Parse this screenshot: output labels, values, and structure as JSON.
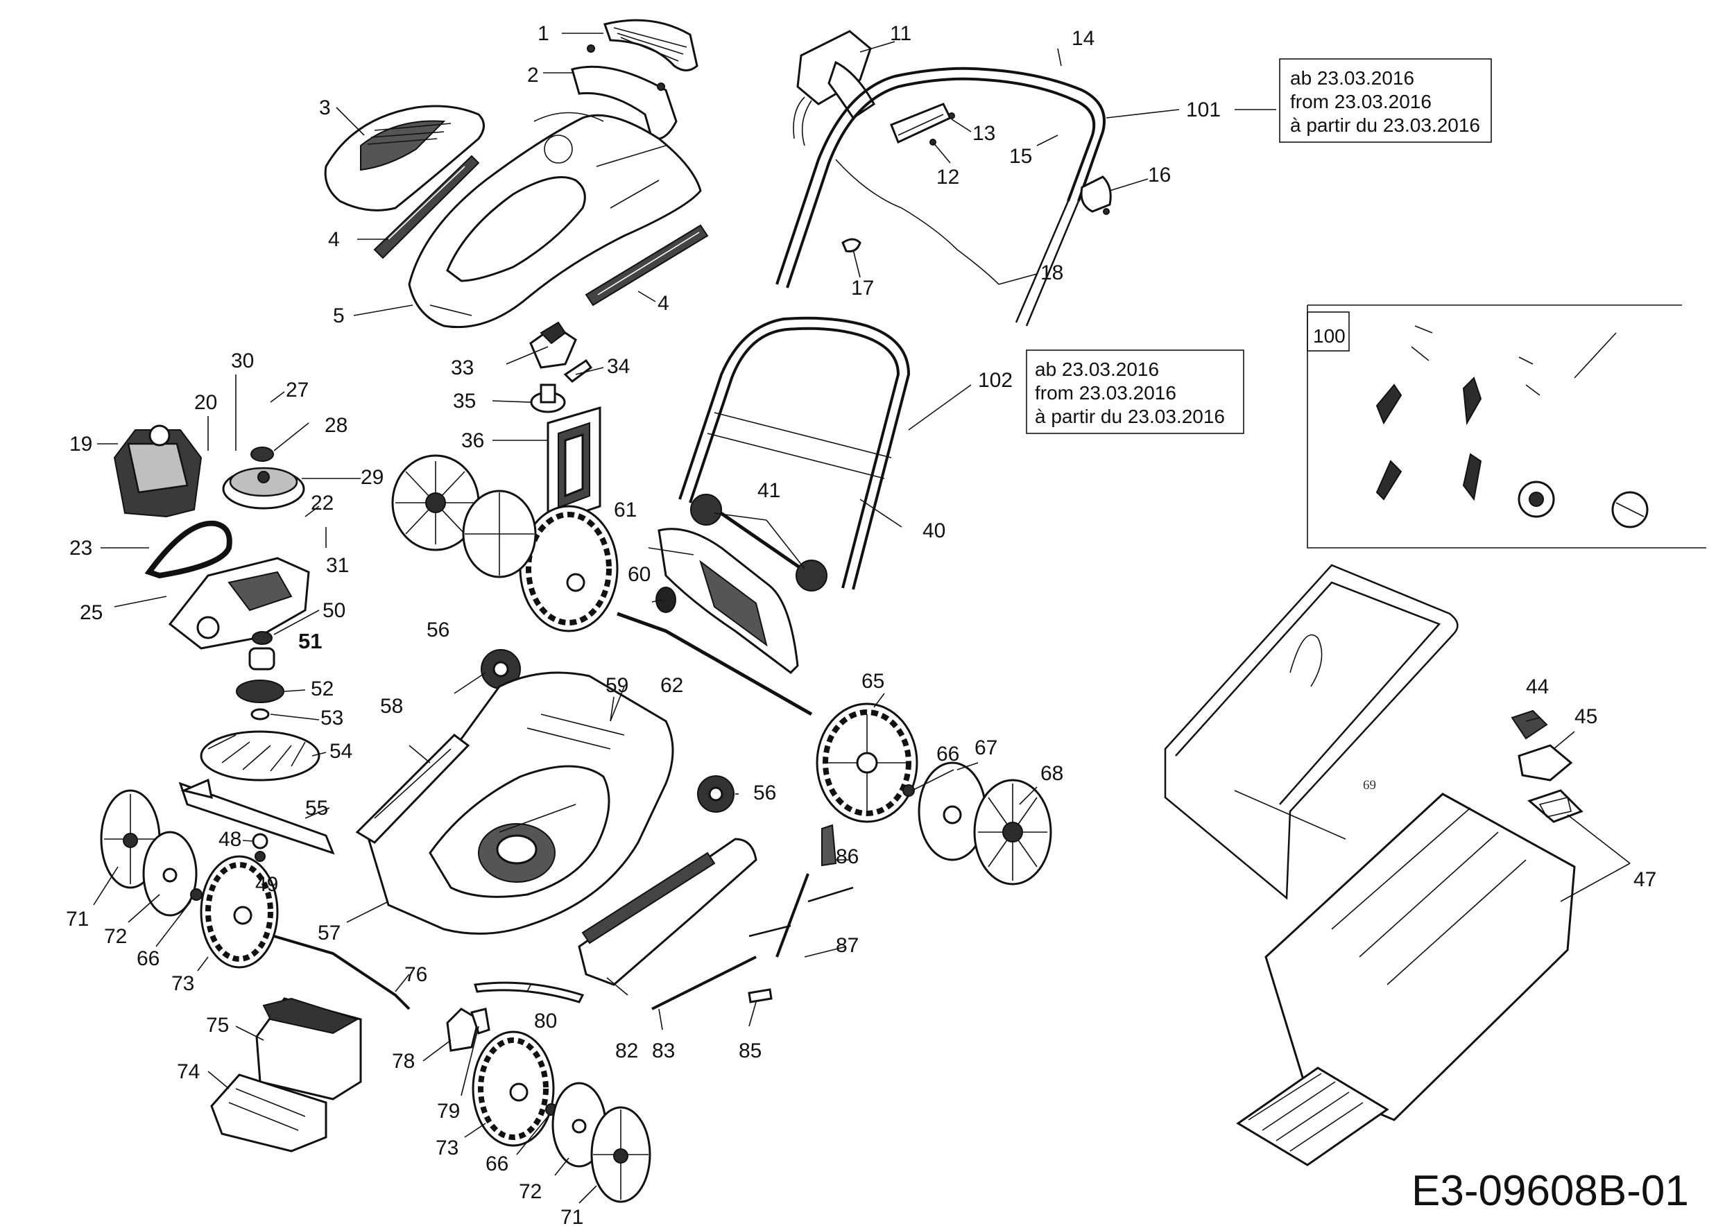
{
  "diagram_id": "E3-09608B-01",
  "date_notes": {
    "box_101": [
      "ab 23.03.2016",
      "from 23.03.2016",
      "à partir du 23.03.2016"
    ],
    "box_102": [
      "ab 23.03.2016",
      "from 23.03.2016",
      "à partir du 23.03.2016"
    ]
  },
  "kit_label": "100",
  "callouts": [
    {
      "id": "c1",
      "text": "1"
    },
    {
      "id": "c2",
      "text": "2"
    },
    {
      "id": "c3",
      "text": "3"
    },
    {
      "id": "c4a",
      "text": "4"
    },
    {
      "id": "c4b",
      "text": "4"
    },
    {
      "id": "c5",
      "text": "5"
    },
    {
      "id": "c11",
      "text": "11"
    },
    {
      "id": "c12",
      "text": "12"
    },
    {
      "id": "c13",
      "text": "13"
    },
    {
      "id": "c14",
      "text": "14"
    },
    {
      "id": "c15",
      "text": "15"
    },
    {
      "id": "c16",
      "text": "16"
    },
    {
      "id": "c17",
      "text": "17"
    },
    {
      "id": "c18",
      "text": "18"
    },
    {
      "id": "c19",
      "text": "19"
    },
    {
      "id": "c20",
      "text": "20"
    },
    {
      "id": "c22",
      "text": "22"
    },
    {
      "id": "c23",
      "text": "23"
    },
    {
      "id": "c25",
      "text": "25"
    },
    {
      "id": "c27",
      "text": "27"
    },
    {
      "id": "c28",
      "text": "28"
    },
    {
      "id": "c29",
      "text": "29"
    },
    {
      "id": "c30",
      "text": "30"
    },
    {
      "id": "c31",
      "text": "31"
    },
    {
      "id": "c33",
      "text": "33"
    },
    {
      "id": "c34",
      "text": "34"
    },
    {
      "id": "c35",
      "text": "35"
    },
    {
      "id": "c36",
      "text": "36"
    },
    {
      "id": "c40",
      "text": "40"
    },
    {
      "id": "c41",
      "text": "41"
    },
    {
      "id": "c44",
      "text": "44"
    },
    {
      "id": "c45",
      "text": "45"
    },
    {
      "id": "c47",
      "text": "47"
    },
    {
      "id": "c48",
      "text": "48"
    },
    {
      "id": "c49",
      "text": "49"
    },
    {
      "id": "c50",
      "text": "50"
    },
    {
      "id": "c51",
      "text": "51"
    },
    {
      "id": "c52",
      "text": "52"
    },
    {
      "id": "c53",
      "text": "53"
    },
    {
      "id": "c54",
      "text": "54"
    },
    {
      "id": "c55",
      "text": "55"
    },
    {
      "id": "c56a",
      "text": "56"
    },
    {
      "id": "c56b",
      "text": "56"
    },
    {
      "id": "c57",
      "text": "57"
    },
    {
      "id": "c58",
      "text": "58"
    },
    {
      "id": "c59",
      "text": "59"
    },
    {
      "id": "c60",
      "text": "60"
    },
    {
      "id": "c61",
      "text": "61"
    },
    {
      "id": "c62",
      "text": "62"
    },
    {
      "id": "c65",
      "text": "65"
    },
    {
      "id": "c66a",
      "text": "66"
    },
    {
      "id": "c66b",
      "text": "66"
    },
    {
      "id": "c66c",
      "text": "66"
    },
    {
      "id": "c67",
      "text": "67"
    },
    {
      "id": "c68",
      "text": "68"
    },
    {
      "id": "c69",
      "text": "69"
    },
    {
      "id": "c71a",
      "text": "71"
    },
    {
      "id": "c71b",
      "text": "71"
    },
    {
      "id": "c72a",
      "text": "72"
    },
    {
      "id": "c72b",
      "text": "72"
    },
    {
      "id": "c73a",
      "text": "73"
    },
    {
      "id": "c73b",
      "text": "73"
    },
    {
      "id": "c74",
      "text": "74"
    },
    {
      "id": "c75",
      "text": "75"
    },
    {
      "id": "c76",
      "text": "76"
    },
    {
      "id": "c78",
      "text": "78"
    },
    {
      "id": "c79",
      "text": "79"
    },
    {
      "id": "c80",
      "text": "80"
    },
    {
      "id": "c82",
      "text": "82"
    },
    {
      "id": "c83",
      "text": "83"
    },
    {
      "id": "c85",
      "text": "85"
    },
    {
      "id": "c86",
      "text": "86"
    },
    {
      "id": "c87",
      "text": "87"
    },
    {
      "id": "c101",
      "text": "101"
    },
    {
      "id": "c102",
      "text": "102"
    }
  ]
}
